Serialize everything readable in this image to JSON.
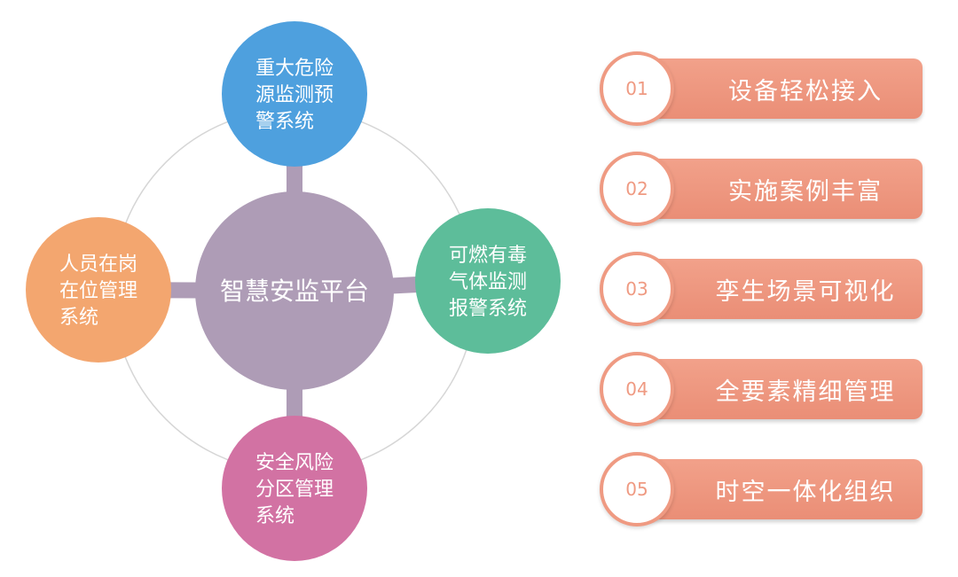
{
  "diagram": {
    "center": {
      "label": "智慧安监平台",
      "color": "#ae9cb6"
    },
    "nodes": [
      {
        "key": "top",
        "lines": [
          "重大危险",
          "源监测预",
          "警系统"
        ],
        "color": "#4ea0de"
      },
      {
        "key": "right",
        "lines": [
          "可燃有毒",
          "气体监测",
          "报警系统"
        ],
        "color": "#5dbd9a"
      },
      {
        "key": "bottom",
        "lines": [
          "安全风险",
          "分区管理",
          "系统"
        ],
        "color": "#d272a3"
      },
      {
        "key": "left",
        "lines": [
          "人员在岗",
          "在位管理",
          "系统"
        ],
        "color": "#f3a66f"
      }
    ]
  },
  "features": [
    {
      "num": "01",
      "label": "设备轻松接入"
    },
    {
      "num": "02",
      "label": "实施案例丰富"
    },
    {
      "num": "03",
      "label": "孪生场景可视化"
    },
    {
      "num": "04",
      "label": "全要素精细管理"
    },
    {
      "num": "05",
      "label": "时空一体化组织"
    }
  ],
  "colors": {
    "ring": "#d6d6d6",
    "feature_bar": "#ef9a82",
    "feature_badge_text": "#ef9a82"
  }
}
